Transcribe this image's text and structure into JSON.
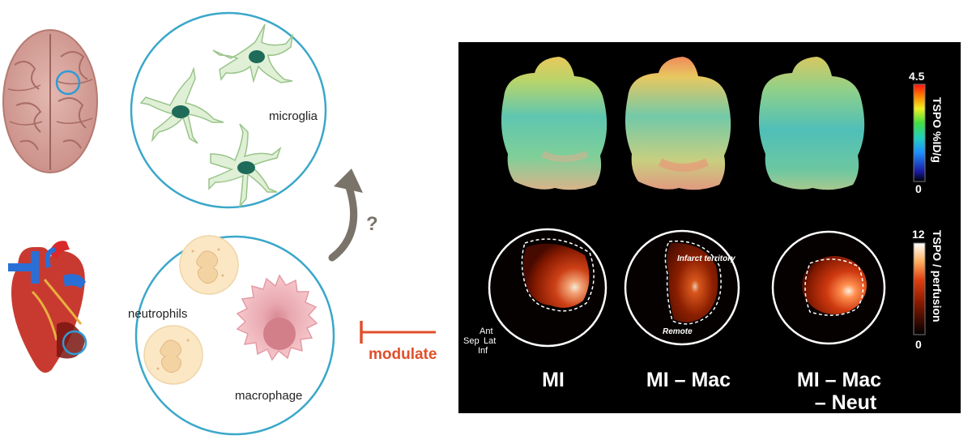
{
  "left_panel": {
    "microglia_label": "microglia",
    "neutrophils_label": "neutrophils",
    "macrophage_label": "macrophage",
    "question_mark": "?",
    "modulate_label": "modulate",
    "colors": {
      "circle_outline": "#3aa7c9",
      "arrow": "#7a736a",
      "modulate": "#e0502a",
      "cell_fill": "#dff0d6"
    }
  },
  "right_panel": {
    "background": "#000000",
    "brain_scale": {
      "max": "4.5",
      "min": "0",
      "label": "TSPO %ID/g"
    },
    "heart_scale": {
      "max": "12",
      "min": "0",
      "label": "TSPO / perfusion"
    },
    "heart_annotations": {
      "infarct": "Infarct territory",
      "remote": "Remote"
    },
    "orientation": {
      "ant": "Ant",
      "sep": "Sep",
      "lat": "Lat",
      "inf": "Inf"
    },
    "conditions": [
      "MI",
      "MI – Mac",
      "MI – Mac – Neut"
    ],
    "condition_lines": [
      [
        "MI"
      ],
      [
        "MI – Mac"
      ],
      [
        "MI – Mac",
        "– Neut"
      ]
    ]
  }
}
